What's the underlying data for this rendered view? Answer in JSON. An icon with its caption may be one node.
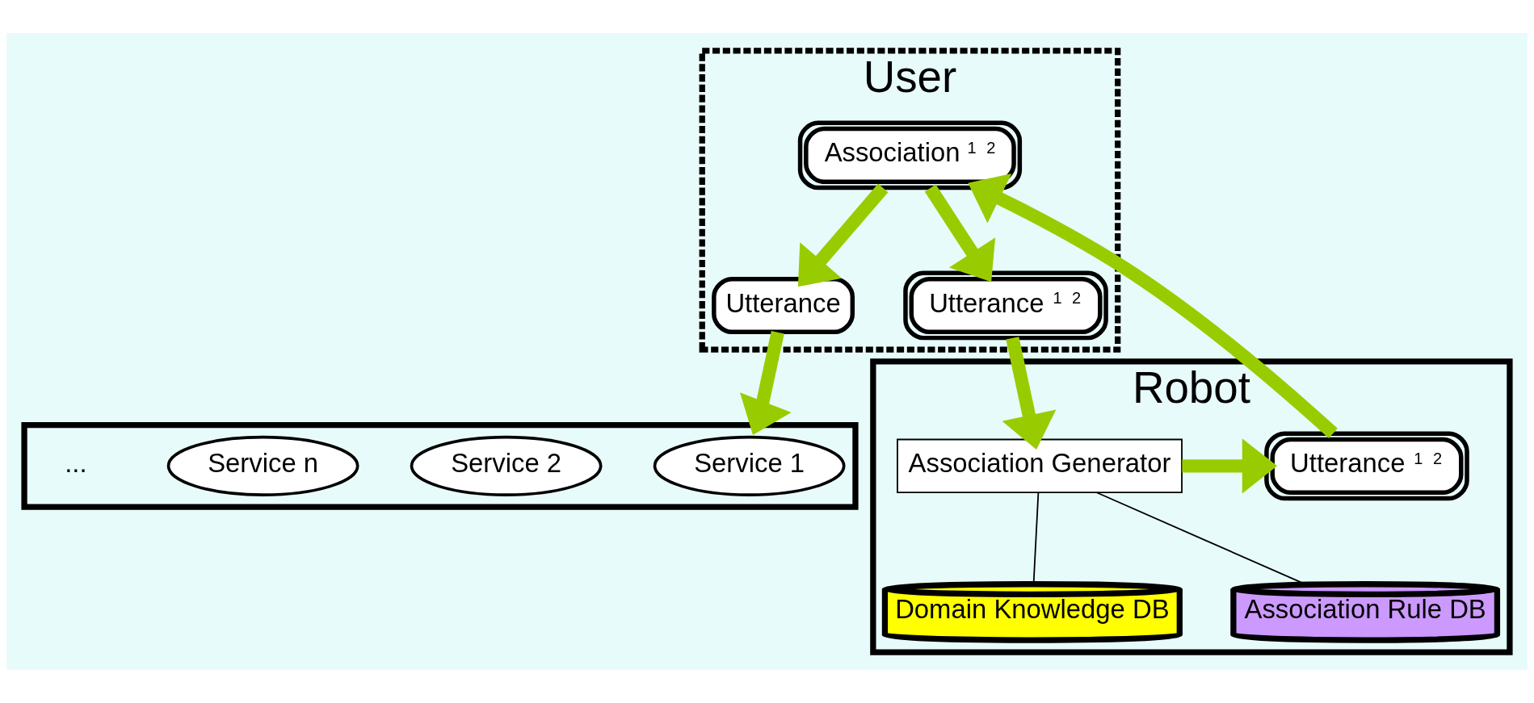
{
  "diagram": {
    "nodes": [
      {
        "text": [
          "User"
        ]
      },
      {
        "text": [
          "Association",
          "1",
          "2"
        ],
        "in": 0
      },
      {
        "text": [
          "Utterance"
        ],
        "in": 0
      },
      {
        "text": [
          "Utterance",
          "1",
          "2"
        ],
        "in": 0
      },
      {
        "text": [
          "Robot"
        ]
      },
      {
        "text": [
          "Utterance",
          "1",
          "2"
        ],
        "in": 4
      },
      {
        "text": [
          "Association Generator"
        ],
        "in": 4
      },
      {
        "text": [
          "Domain Knowledge DB"
        ],
        "in": 4
      },
      {
        "text": [
          "Association Rule DB"
        ],
        "in": 4
      },
      {
        "text": [],
        "shape": "box"
      },
      {
        "text": [
          "Service 1"
        ],
        "in": 9
      },
      {
        "text": [
          "Service 2"
        ],
        "in": 9
      },
      {
        "text": [
          "Service n"
        ],
        "in": 9
      }
    ],
    "edges": [
      {
        "from": 5,
        "to": 1,
        "arrow": "to"
      },
      {
        "from": 1,
        "to": 2,
        "arrow": "to"
      },
      {
        "from": 1,
        "to": 3,
        "arrow": "to"
      },
      {
        "from": 3,
        "to": 6,
        "arrow": "to"
      },
      {
        "from": 6,
        "to": 5,
        "arrow": "to"
      },
      {
        "from": 2,
        "to": 9,
        "arrow": "to"
      },
      {
        "from": 6,
        "to": 7,
        "arrow": "none",
        "color": "#000000"
      },
      {
        "from": 6,
        "to": 8,
        "arrow": "none",
        "color": "#000000"
      }
    ],
    "labels": [
      "..."
    ]
  }
}
